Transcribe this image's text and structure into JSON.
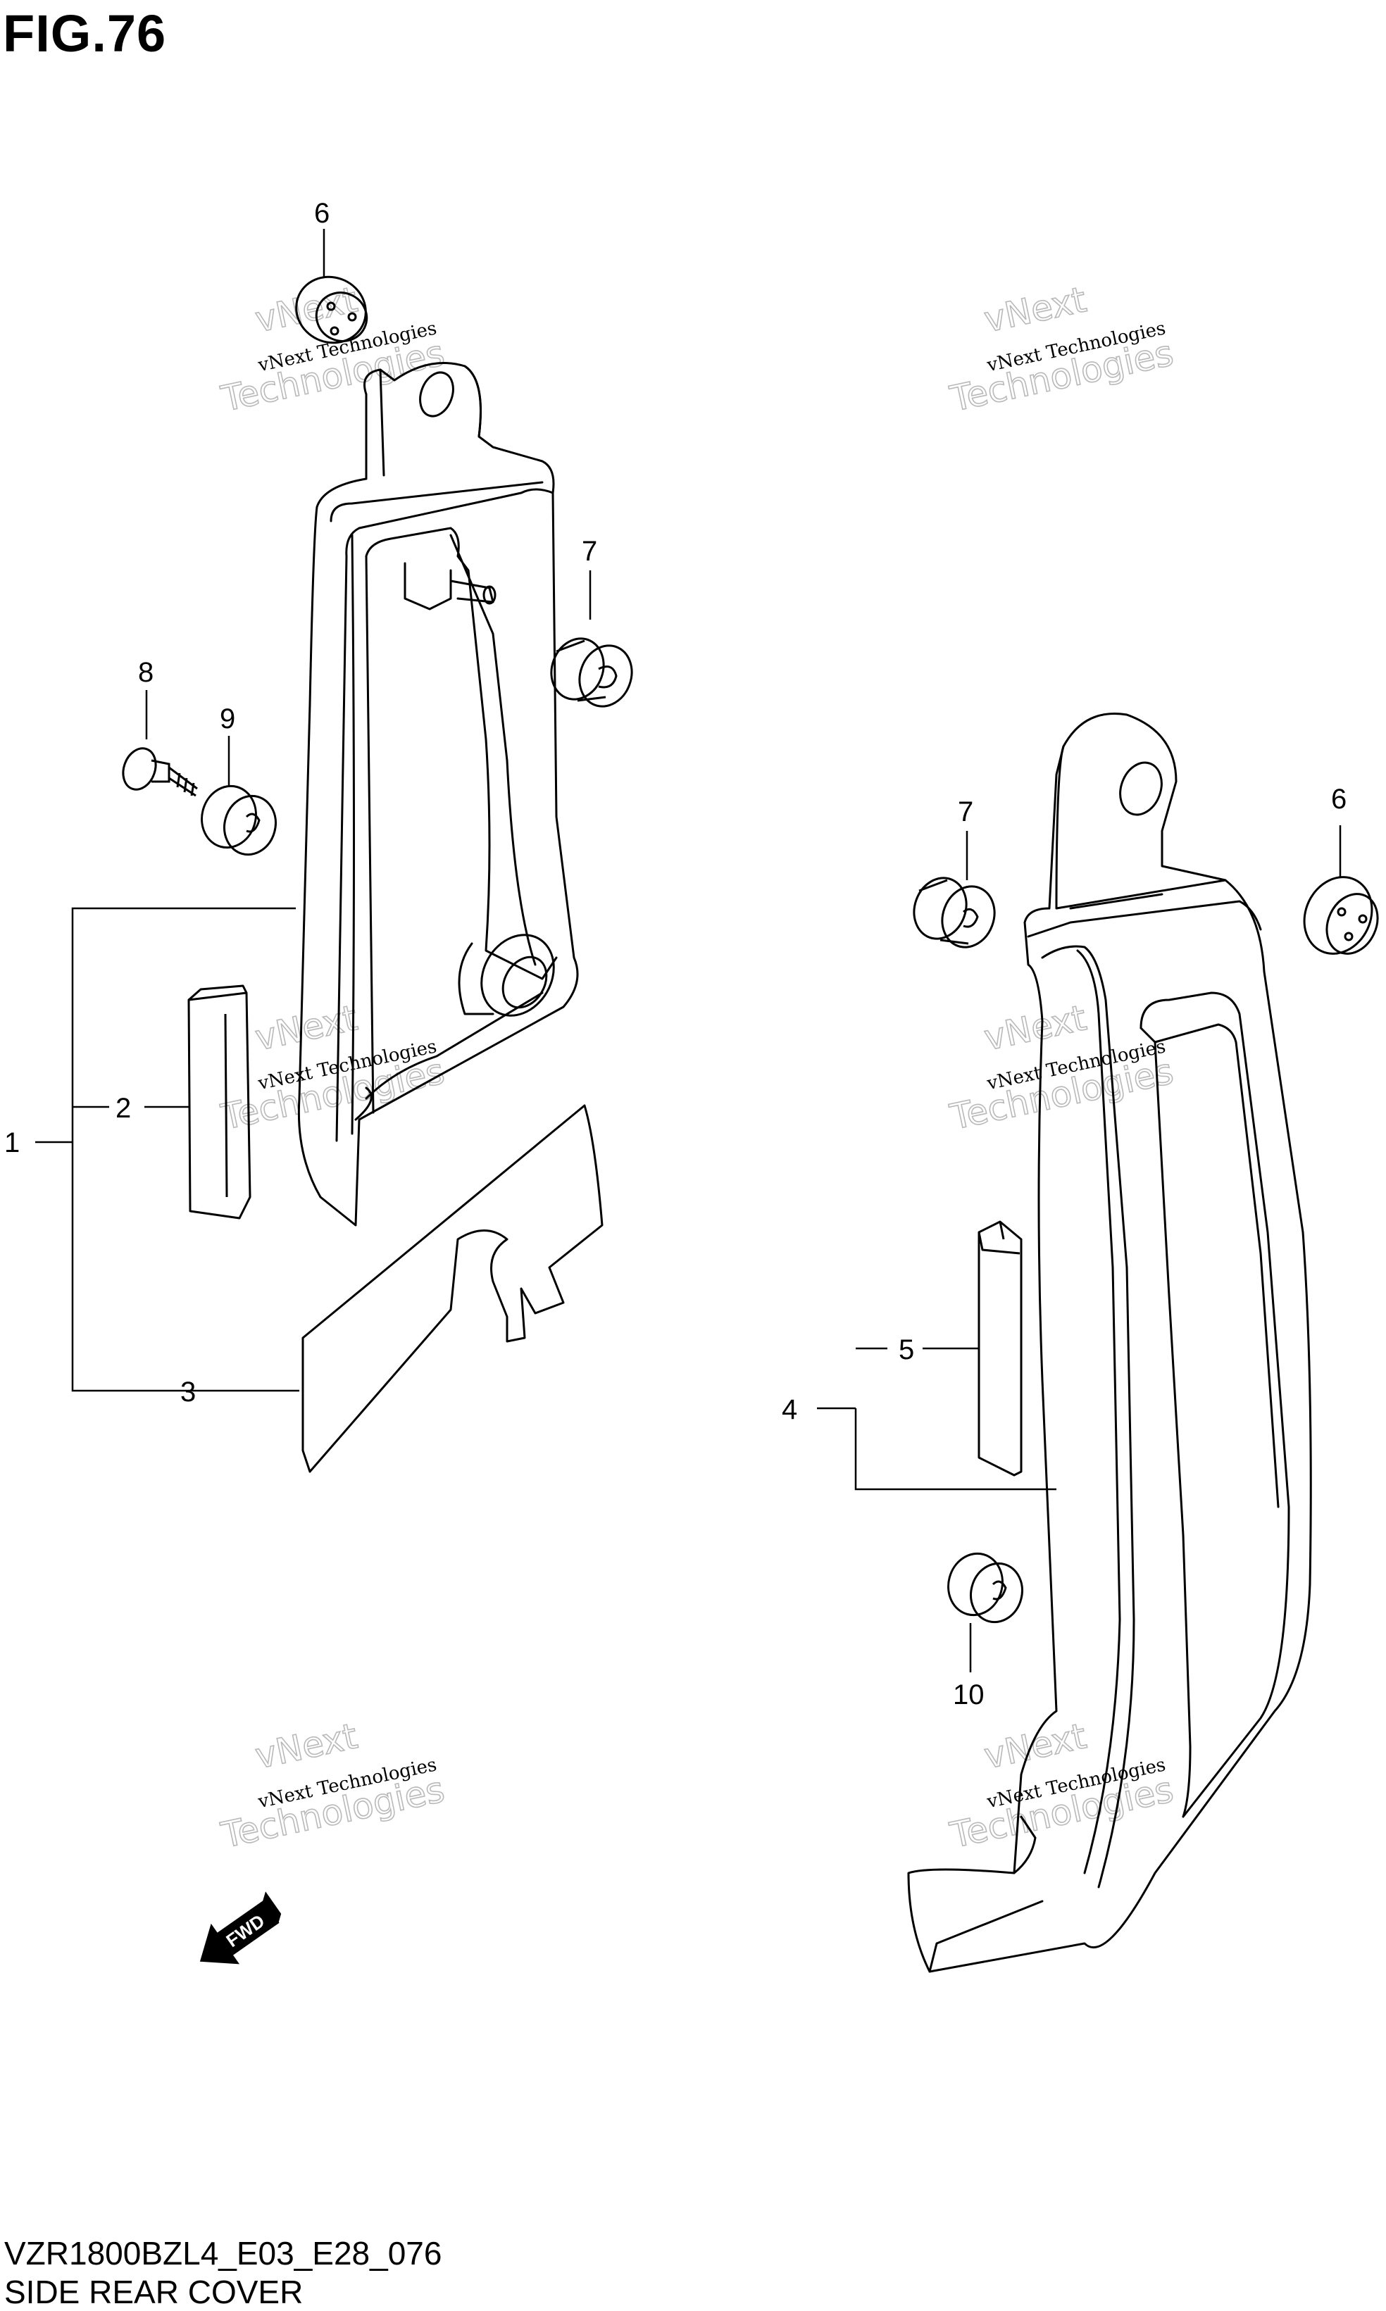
{
  "figure_title": "FIG.76",
  "footer": {
    "model_code": "VZR1800BZL4_E03_E28_076",
    "section_name": "SIDE REAR COVER"
  },
  "callouts": {
    "c1": "1",
    "c2": "2",
    "c3": "3",
    "c4": "4",
    "c5": "5",
    "c6_left": "6",
    "c6_right": "6",
    "c7_left": "7",
    "c7_right": "7",
    "c8": "8",
    "c9": "9",
    "c10": "10"
  },
  "watermark": {
    "brand_top": "vNext",
    "company": "vNext Technologies",
    "brand_bottom": "Technologies"
  },
  "direction_arrow": {
    "label": "FWD",
    "icon": "fwd-arrow-icon"
  },
  "colors": {
    "line": "#000000",
    "watermark_outline": "#b9b9b9",
    "background": "#ffffff"
  }
}
